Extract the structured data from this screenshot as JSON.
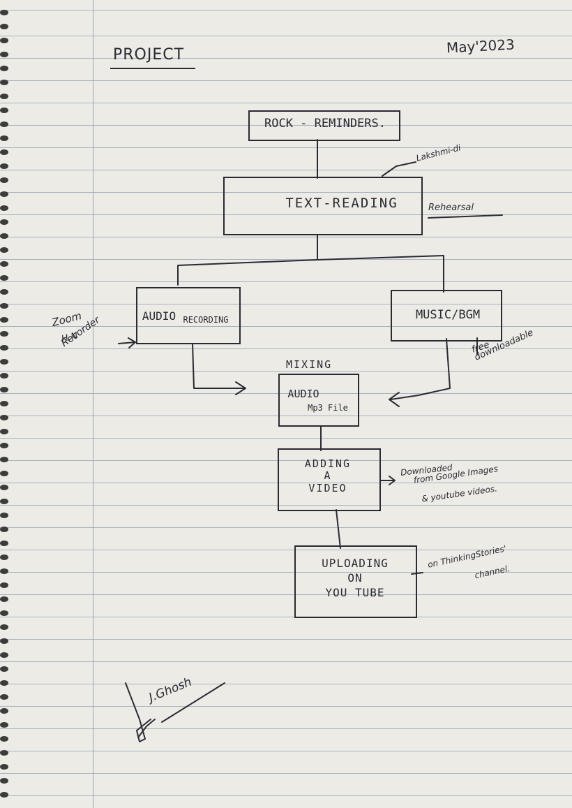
{
  "header": {
    "title": "PROJECT",
    "date": "May'2023"
  },
  "nodes": {
    "rock": "ROCK - REMINDERS.",
    "text_reading": "TEXT-READING",
    "audio_recording_line1": "AUDIO",
    "audio_recording_line2": "RECORDING",
    "music": "MUSIC/BGM",
    "mixing_label": "MIXING",
    "audio_mp3_line1": "AUDIO",
    "audio_mp3_line2": "Mp3 File",
    "adding_video": "ADDING\nA\nVIDEO",
    "uploading": "UPLOADING\nON\nYOU TUBE"
  },
  "notes": {
    "lakshmi": "Lakshmi-di",
    "rehearsal": "Rehearsal",
    "zoom_line1": "Zoom",
    "zoom_line2": "H,N",
    "zoom_line3": "Recorder",
    "free_line1": "free",
    "free_line2": "downloadable",
    "downloaded_line1": "Downloaded",
    "downloaded_line2": "from Google Images",
    "downloaded_line3": "& youtube videos.",
    "thinking_line1": "on ThinkingStories'",
    "thinking_line2": "channel."
  },
  "signature": "J.Ghosh",
  "colors": {
    "ink": "#2a2a33",
    "paper": "#ecebe6",
    "rule": "#a9b2bf"
  }
}
